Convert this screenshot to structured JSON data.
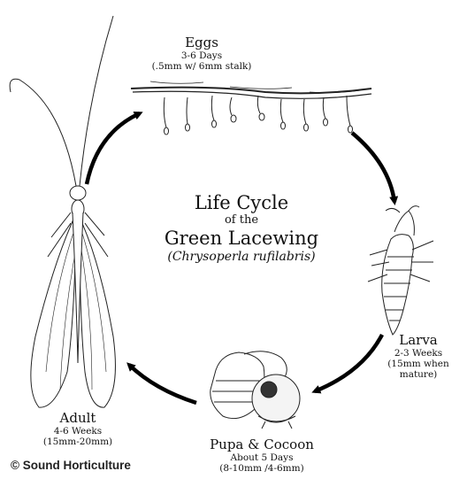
{
  "title": {
    "line1": "Life Cycle",
    "line2": "of the",
    "line3": "Green Lacewing",
    "scientific_name": "(Chrysoperla rufilabris)"
  },
  "stages": {
    "eggs": {
      "name": "Eggs",
      "duration": "3-6 Days",
      "size": "(.5mm w/ 6mm stalk)"
    },
    "larva": {
      "name": "Larva",
      "duration": "2-3 Weeks",
      "size": "(15mm when mature)"
    },
    "pupa": {
      "name": "Pupa & Cocoon",
      "duration": "About 5 Days",
      "size": "(8-10mm /4-6mm)"
    },
    "adult": {
      "name": "Adult",
      "duration": "4-6 Weeks",
      "size": "(15mm-20mm)"
    }
  },
  "credit": "© Sound Horticulture"
}
